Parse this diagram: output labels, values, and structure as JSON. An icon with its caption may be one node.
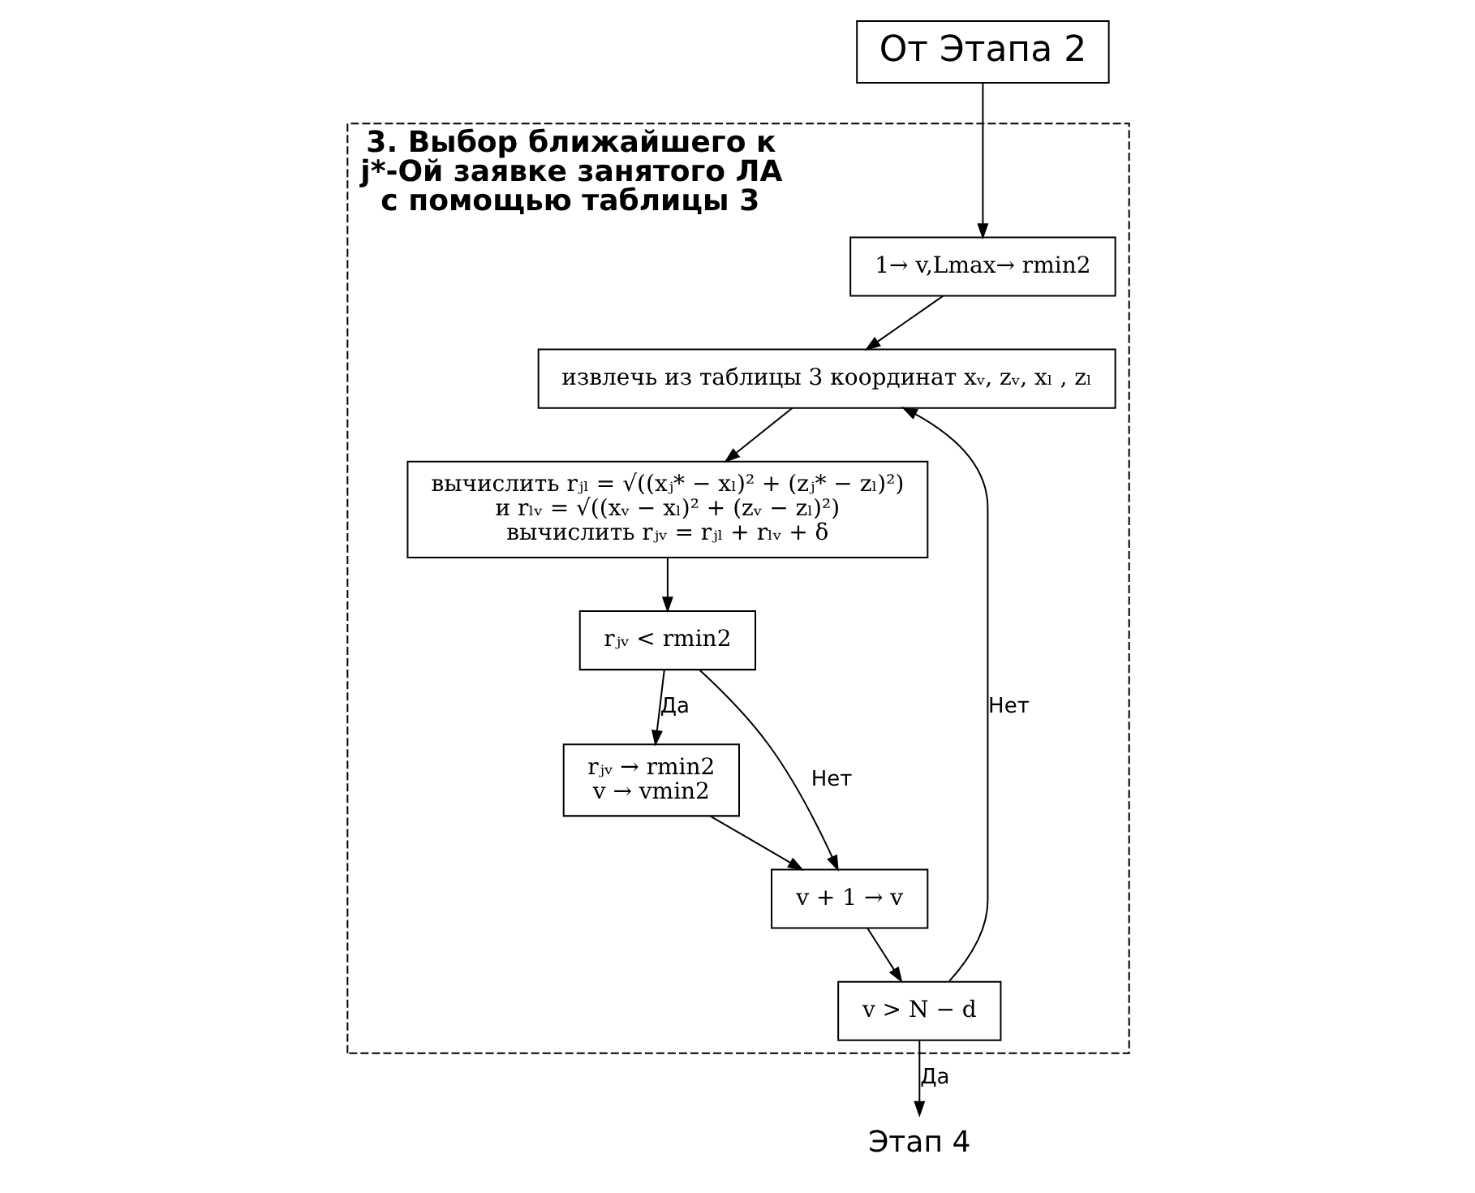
{
  "diagram": {
    "nodes": [
      {
        "text": [
          "От Этапа 2"
        ]
      },
      {
        "text": [
          "3. Выбор ближайшего к j*-Ой заявке занятого ЛА с помощью таблицы 3"
        ]
      },
      {
        "text": [
          "1→ v,Lmax→ rmin2"
        ],
        "in": 1
      },
      {
        "text": [
          "извлечь из таблицы 3 координат xᵥ, zᵥ, xₗ , zₗ"
        ],
        "in": 1
      },
      {
        "text": [
          "вычислить rⱼₗ = √((xⱼ* − xₗ)² + (zⱼ* − zₗ)²)",
          "и rₗᵥ = √((xᵥ − xₗ)² + (zᵥ − zₗ)²)",
          "вычислить rⱼᵥ = rⱼₗ + rₗᵥ + δ"
        ],
        "in": 1
      },
      {
        "text": [
          "rⱼᵥ < rmin2"
        ],
        "in": 1
      },
      {
        "text": [
          "rⱼᵥ → rmin2",
          "v → vmin2"
        ],
        "in": 1
      },
      {
        "text": [
          "v + 1 → v"
        ],
        "in": 1
      },
      {
        "text": [
          "v > N − d"
        ],
        "in": 1
      },
      {
        "text": [
          "Этап 4"
        ]
      }
    ],
    "edges": [
      {
        "from": 0,
        "to": 2,
        "arrow": "to"
      },
      {
        "from": 2,
        "to": 3,
        "arrow": "to"
      },
      {
        "from": 3,
        "to": 4,
        "arrow": "to"
      },
      {
        "from": 4,
        "to": 5,
        "arrow": "to"
      },
      {
        "from": 5,
        "to": 6,
        "arrow": "to",
        "label": "Да"
      },
      {
        "from": 5,
        "to": 7,
        "arrow": "to",
        "label": "Нет"
      },
      {
        "from": 6,
        "to": 7,
        "arrow": "to"
      },
      {
        "from": 7,
        "to": 8,
        "arrow": "to"
      },
      {
        "from": 8,
        "to": 3,
        "arrow": "to",
        "label": "Нет"
      },
      {
        "from": 8,
        "to": 9,
        "arrow": "to",
        "label": "Да"
      }
    ]
  }
}
